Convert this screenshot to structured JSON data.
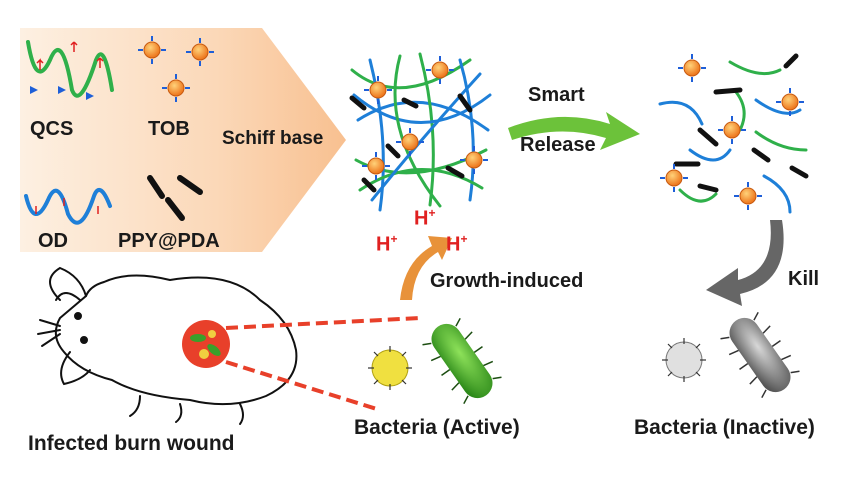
{
  "labels": {
    "qcs": "QCS",
    "tob": "TOB",
    "od": "OD",
    "ppy": "PPY@PDA",
    "schiff": "Schiff base",
    "smart": "Smart",
    "release": "Release",
    "growth": "Growth-induced",
    "kill": "Kill",
    "wound": "Infected burn wound",
    "active": "Bacteria (Active)",
    "inactive": "Bacteria (Inactive)",
    "h1": "H",
    "h2": "H",
    "h3": "H",
    "plus": "+"
  },
  "colors": {
    "green_chain": "#2fb04a",
    "blue_chain": "#1e7fd8",
    "arrow_green": "#6cc23a",
    "arrow_orange": "#e8923a",
    "arrow_gray": "#666666",
    "red_line": "#e8402a",
    "proton": "#e02020",
    "panel": "#fbd8b8"
  }
}
